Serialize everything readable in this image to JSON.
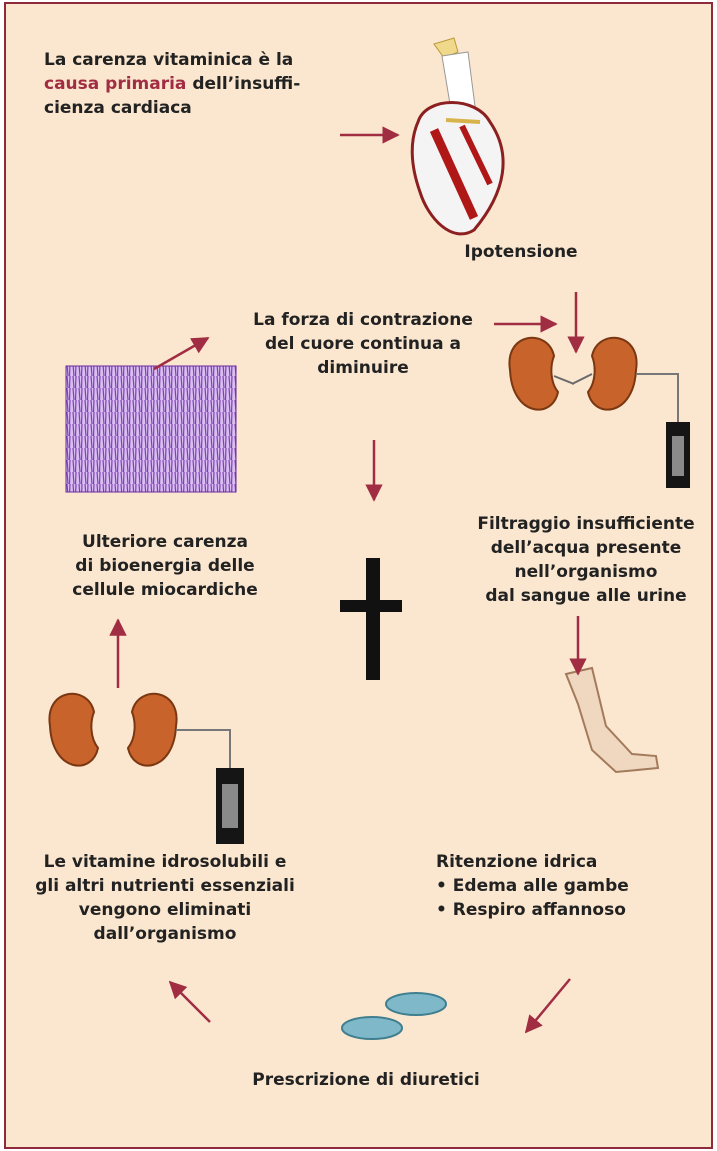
{
  "intro": {
    "line1": "La carenza vitaminica è la",
    "highlight": "causa primaria",
    "line2_rest": "dell’insuffi-",
    "line3": "cienza cardiaca"
  },
  "nodes": {
    "hypotension": "Ipotensione",
    "contraction": [
      "La forza di contrazione",
      "del cuore continua a",
      "diminuire"
    ],
    "filtration": [
      "Filtraggio insufficiente",
      "dell’acqua presente",
      "nell’organismo",
      "dal sangue alle urine"
    ],
    "bioenergy": [
      "Ulteriore carenza",
      "di bioenergia delle",
      "cellule miocardiche"
    ],
    "retention_title": "Ritenzione idrica",
    "retention_items": [
      "• Edema alle gambe",
      "• Respiro affannoso"
    ],
    "vitamins": [
      "Le vitamine idrosolubili e",
      "gli altri nutrienti essenziali",
      "vengono eliminati",
      "dall’organismo"
    ],
    "diuretics": "Prescrizione di diuretici"
  },
  "icons": [
    "heart-icon",
    "kidneys-icon",
    "muscle-tissue-icon",
    "cross-icon",
    "leg-icon",
    "pills-icon"
  ],
  "colors": {
    "background": "#fbe7cf",
    "border": "#8e2a3b",
    "arrow": "#a12d43",
    "text": "#222222"
  }
}
